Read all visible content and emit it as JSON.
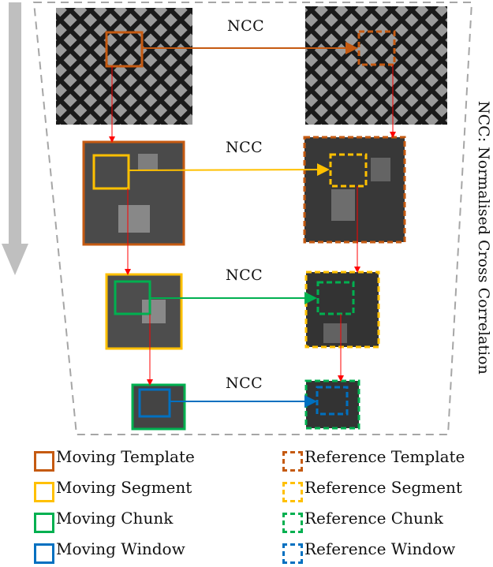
{
  "figure": {
    "ncc_labels": [
      "NCC",
      "NCC",
      "NCC",
      "NCC"
    ],
    "side_caption": "NCC: Normalised Cross Correlation",
    "colors": {
      "template": "#c55a11",
      "segment": "#ffc000",
      "chunk": "#00b050",
      "window": "#0070c0",
      "vertical_link": "#ff0000",
      "frame": "#a6a6a6",
      "progress_arrow": "#bfbfbf"
    },
    "levels": [
      {
        "moving": "Moving Template",
        "reference": "Reference Template"
      },
      {
        "moving": "Moving Segment",
        "reference": "Reference Segment"
      },
      {
        "moving": "Moving Chunk",
        "reference": "Reference Chunk"
      },
      {
        "moving": "Moving Window",
        "reference": "Reference Window"
      }
    ]
  },
  "legend": {
    "moving": [
      "Moving Template",
      "Moving Segment",
      "Moving Chunk",
      "Moving Window"
    ],
    "reference": [
      "Reference Template",
      "Reference Segment",
      "Reference Chunk",
      "Reference Window"
    ]
  }
}
